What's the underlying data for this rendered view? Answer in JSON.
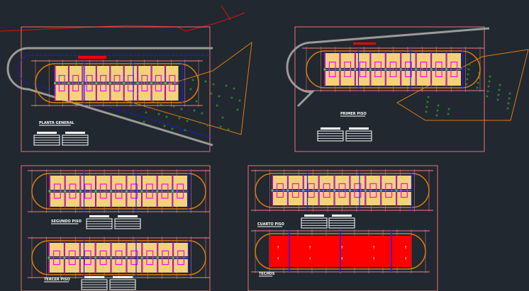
{
  "colors": {
    "background": "#212830",
    "sheet_border": "#f07070",
    "site_line": "#e01010",
    "road": "#9a9a9a",
    "axis": "#1a1aff",
    "building": "#e07a10",
    "room": "#f3d27a",
    "wall": "#ff00ff",
    "slab": "#ff0000",
    "green": "#2e7d32"
  },
  "sheets": [
    {
      "title": "PLANTA GENERAL",
      "kind": "site"
    },
    {
      "title": "PRIMER PISO",
      "kind": "site"
    },
    {
      "title": "SEGUNDO PISO",
      "kind": "floor"
    },
    {
      "title": "TERCER PISO",
      "kind": "floor"
    },
    {
      "title": "CUARTO PISO",
      "kind": "floor"
    },
    {
      "title": "TECHOS",
      "kind": "roof"
    }
  ]
}
